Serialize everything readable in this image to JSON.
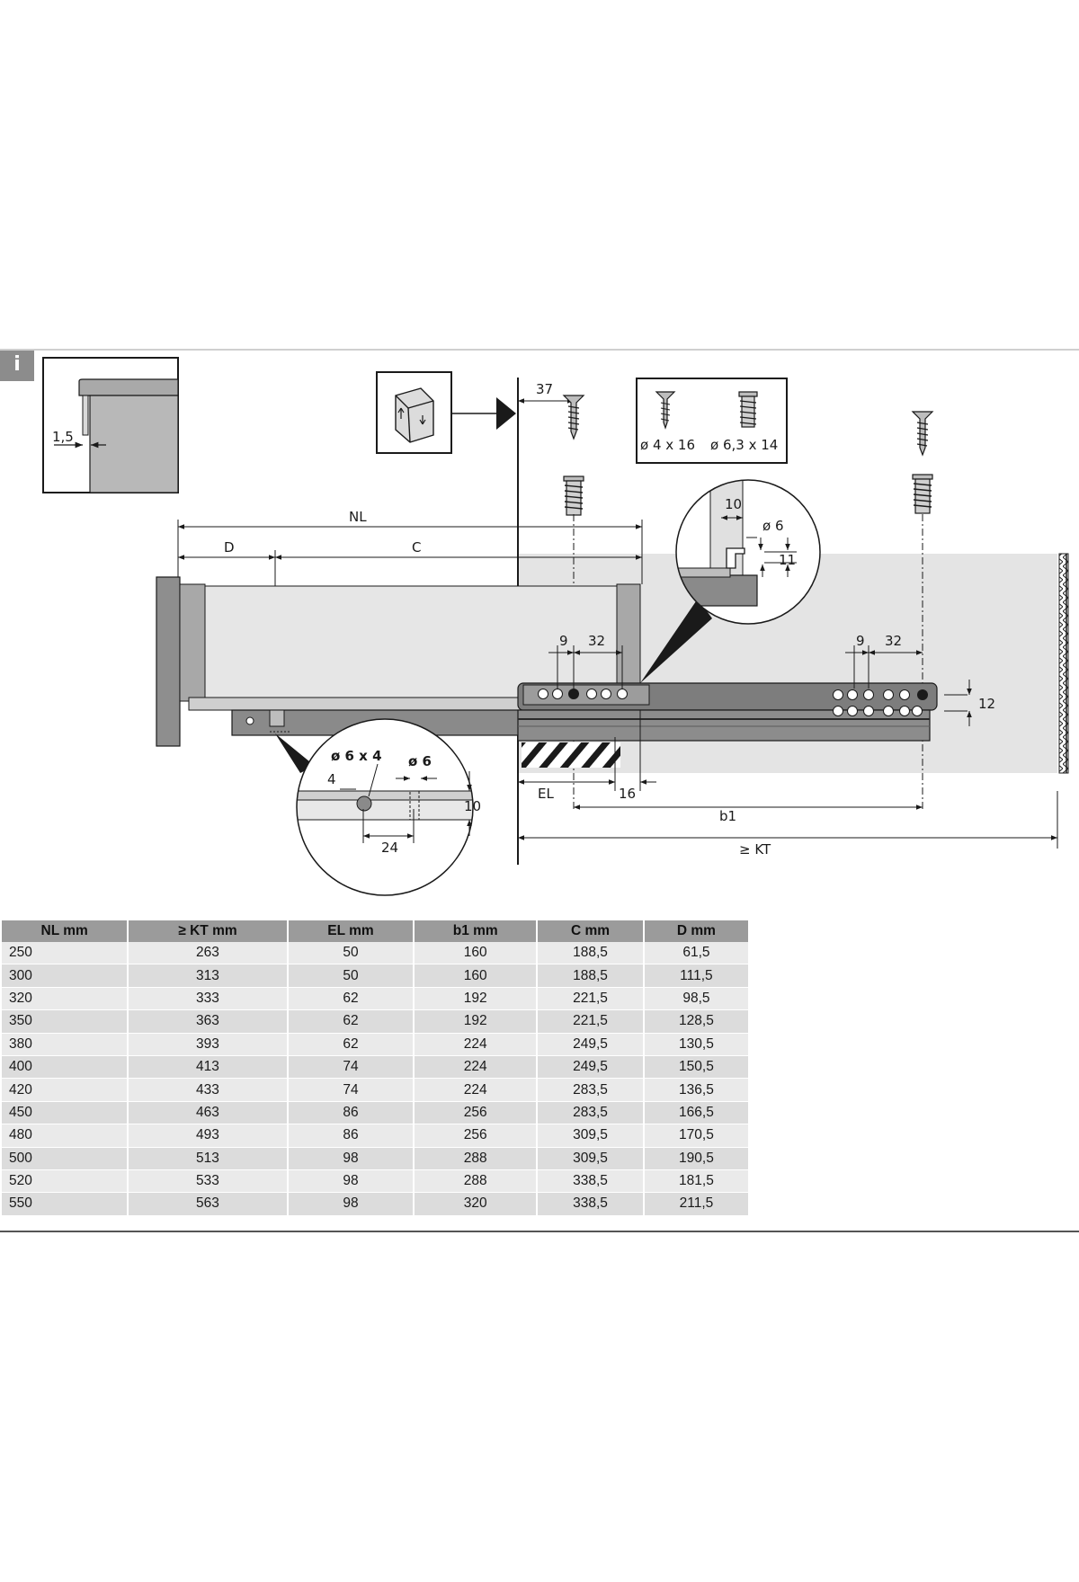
{
  "info_tab": "i",
  "detail": {
    "gap": "1,5"
  },
  "screws": {
    "small": "ø 4 x 16",
    "large": "ø 6,3 x 14"
  },
  "dims": {
    "offset37": "37",
    "NL": "NL",
    "D": "D",
    "C": "C",
    "zoom10": "10",
    "zoom_dia6": "ø 6",
    "zoom11": "11",
    "spacing9_left": "9",
    "spacing32_left": "32",
    "spacing9_right": "9",
    "spacing32_right": "32",
    "height12": "12",
    "EL": "EL",
    "d16": "16",
    "b1": "b1",
    "KT": "≥ KT",
    "circle_dia6x4": "ø 6 x 4",
    "circle_dia6": "ø 6",
    "circle4": "4",
    "circle10": "10",
    "circle24": "24"
  },
  "table": {
    "headers": [
      "NL mm",
      "≥ KT mm",
      "EL mm",
      "b1 mm",
      "C mm",
      "D mm"
    ],
    "rows": [
      [
        "250",
        "263",
        "50",
        "160",
        "188,5",
        "61,5"
      ],
      [
        "300",
        "313",
        "50",
        "160",
        "188,5",
        "111,5"
      ],
      [
        "320",
        "333",
        "62",
        "192",
        "221,5",
        "98,5"
      ],
      [
        "350",
        "363",
        "62",
        "192",
        "221,5",
        "128,5"
      ],
      [
        "380",
        "393",
        "62",
        "224",
        "249,5",
        "130,5"
      ],
      [
        "400",
        "413",
        "74",
        "224",
        "249,5",
        "150,5"
      ],
      [
        "420",
        "433",
        "74",
        "224",
        "283,5",
        "136,5"
      ],
      [
        "450",
        "463",
        "86",
        "256",
        "283,5",
        "166,5"
      ],
      [
        "480",
        "493",
        "86",
        "256",
        "309,5",
        "170,5"
      ],
      [
        "500",
        "513",
        "98",
        "288",
        "309,5",
        "190,5"
      ],
      [
        "520",
        "533",
        "98",
        "288",
        "338,5",
        "181,5"
      ],
      [
        "550",
        "563",
        "98",
        "320",
        "338,5",
        "211,5"
      ]
    ]
  }
}
